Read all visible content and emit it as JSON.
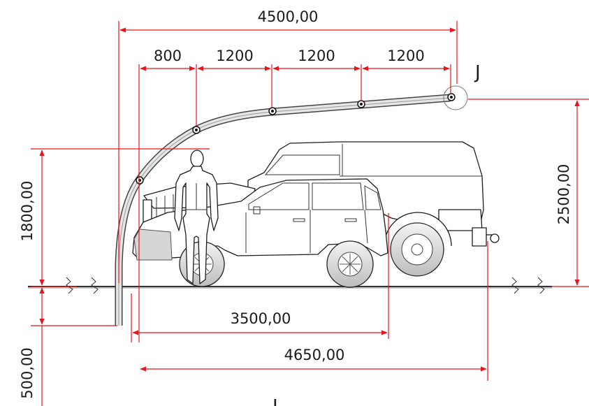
{
  "dimensions": {
    "total_width": "4500,00",
    "seg_1": "800",
    "seg_2": "1200",
    "seg_3": "1200",
    "seg_4": "1200",
    "clear_height": "1800,00",
    "total_height": "2500,00",
    "foundation_depth": "500,00",
    "car_length": "3500,00",
    "truck_length": "4650,00"
  },
  "detail_refs": {
    "top": "J",
    "bottom": "J"
  },
  "colors": {
    "dimension_lines": "#e8141e",
    "outline": "#1c1c1c"
  }
}
